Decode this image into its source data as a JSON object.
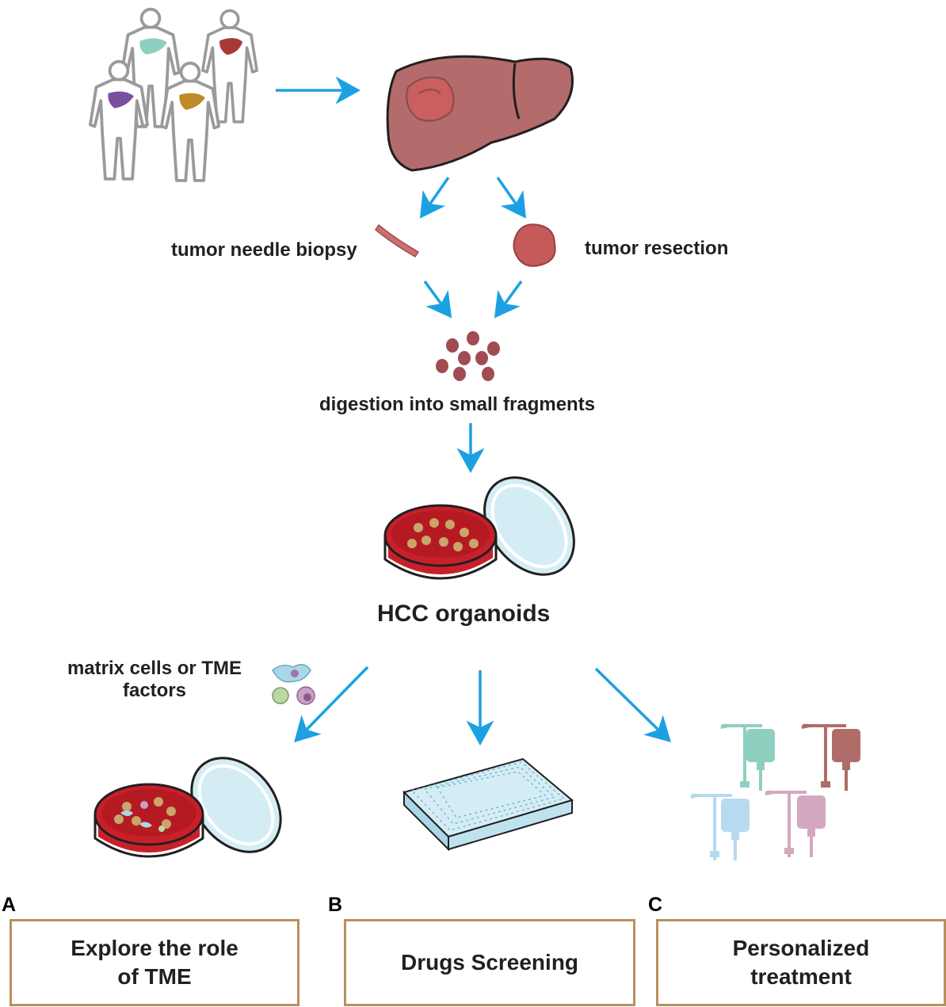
{
  "labels": {
    "needle_biopsy": "tumor needle biopsy",
    "resection": "tumor resection",
    "digestion": "digestion into small fragments",
    "organoids": "HCC organoids",
    "tme_line1": "matrix cells or TME",
    "tme_line2": "factors"
  },
  "panels": [
    {
      "letter": "A",
      "line1": "Explore the role",
      "line2": "of TME"
    },
    {
      "letter": "B",
      "line1": "Drugs Screening",
      "line2": ""
    },
    {
      "letter": "C",
      "line1": "Personalized",
      "line2": "treatment"
    }
  ],
  "colors": {
    "arrow": "#1ba1e2",
    "liver": "#b36b6b",
    "liver_dark": "#8a4a4a",
    "tumor": "#c15a5a",
    "fragment": "#a14b52",
    "dish_red": "#c8202a",
    "dish_lid": "#d4edf5",
    "organoid": "#c9a56a",
    "box_border": "#b8905c",
    "iv_teal": "#8fcfc0",
    "iv_brown": "#b06c68",
    "iv_blue": "#b7daf1",
    "iv_mauve": "#d4a9c0"
  },
  "icons": [
    "human-silhouette-icon",
    "liver-icon",
    "biopsy-needle-icon",
    "tumor-icon",
    "fragments-icon",
    "petri-dish-icon",
    "cell-icon",
    "well-plate-icon",
    "iv-bag-icon"
  ]
}
